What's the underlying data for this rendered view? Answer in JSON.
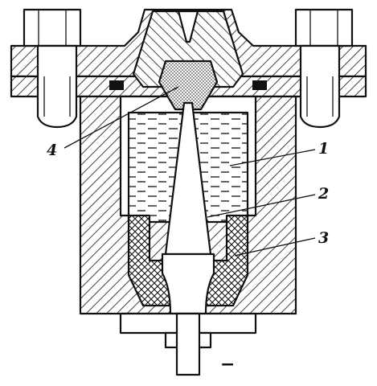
{
  "diagram": {
    "labels": [
      {
        "id": "1",
        "text": "1"
      },
      {
        "id": "2",
        "text": "2"
      },
      {
        "id": "3",
        "text": "3"
      },
      {
        "id": "4",
        "text": "4"
      }
    ],
    "polarity_mark": "−"
  }
}
